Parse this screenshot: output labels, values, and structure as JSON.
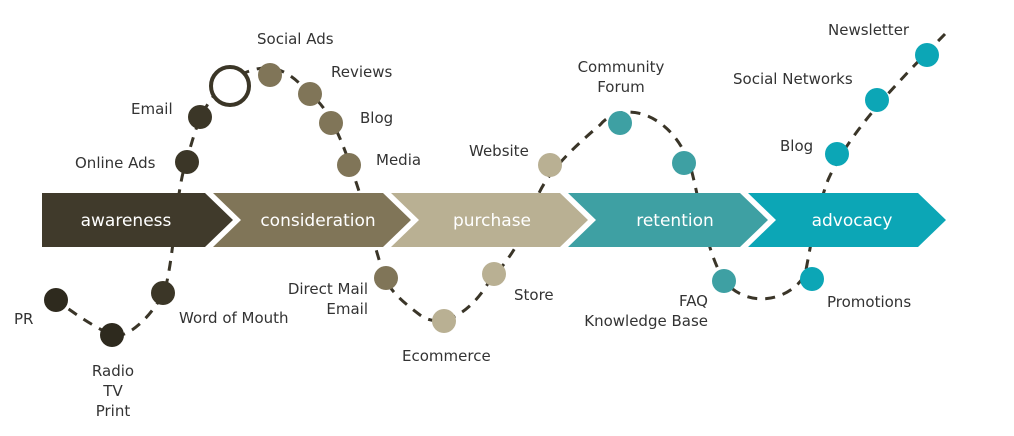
{
  "stages": [
    {
      "label": "awareness",
      "color": "#403a2b"
    },
    {
      "label": "consideration",
      "color": "#807558"
    },
    {
      "label": "purchase",
      "color": "#b9b093"
    },
    {
      "label": "retention",
      "color": "#3ea0a3"
    },
    {
      "label": "advocacy",
      "color": "#0ca6b6"
    }
  ],
  "touchpoints": {
    "pr": "PR",
    "radio": [
      "Radio",
      "TV",
      "Print"
    ],
    "word_of_mouth": "Word of Mouth",
    "online_ads": "Online Ads",
    "email": "Email",
    "social_ads": "Social Ads",
    "reviews": "Reviews",
    "blog_consideration": "Blog",
    "media": "Media",
    "direct_mail": [
      "Direct Mail",
      "Email"
    ],
    "ecommerce": "Ecommerce",
    "store": "Store",
    "website": "Website",
    "community_forum": [
      "Community",
      "Forum"
    ],
    "faq": [
      "FAQ",
      "Knowledge Base"
    ],
    "promotions": "Promotions",
    "blog_advocacy": "Blog",
    "social_networks": "Social Networks",
    "newsletter": "Newsletter"
  },
  "colors": {
    "dark": "#2e2a1e",
    "awareness_dot": "#3b3627",
    "consideration_dot": "#807558",
    "purchase_dot": "#b9b093",
    "retention_dot": "#3ea0a3",
    "advocacy_dot": "#0ca6b6",
    "path": "#3a3528"
  }
}
